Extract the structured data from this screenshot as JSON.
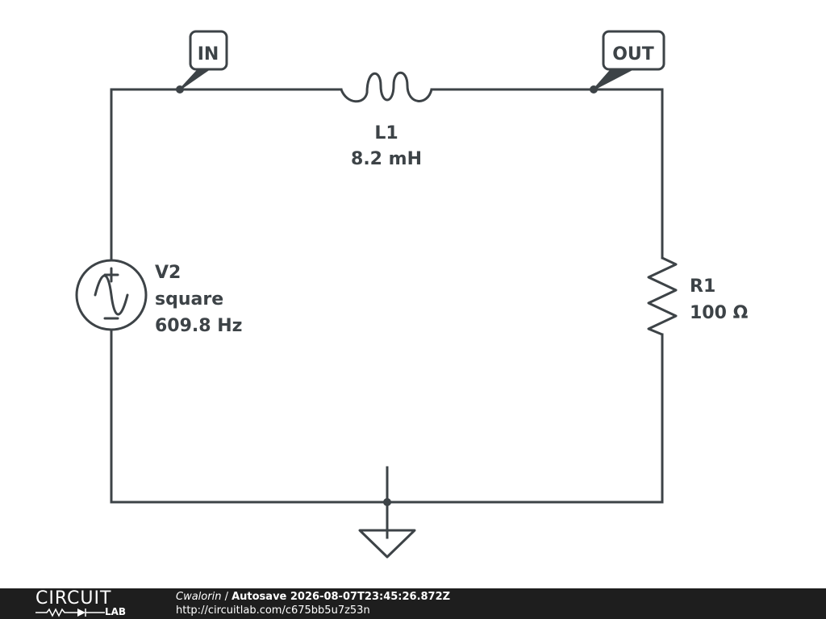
{
  "schematic": {
    "nodes": {
      "in_label": "IN",
      "out_label": "OUT"
    },
    "components": {
      "inductor": {
        "name": "L1",
        "value": "8.2 mH"
      },
      "source": {
        "name": "V2",
        "type": "square",
        "frequency": "609.8 Hz"
      },
      "resistor": {
        "name": "R1",
        "value": "100 Ω"
      }
    }
  },
  "footer": {
    "logo_top": "CIRCUIT",
    "logo_bottom": "LAB",
    "author": "Cwalorin",
    "separator": " / ",
    "title": "Autosave 2026-08-07T23:45:26.872Z",
    "url": "http://circuitlab.com/c675bb5u7z53n"
  },
  "colors": {
    "wire": "#3d4347",
    "footer_bg": "#1e1e1e",
    "footer_text": "#ffffff"
  }
}
